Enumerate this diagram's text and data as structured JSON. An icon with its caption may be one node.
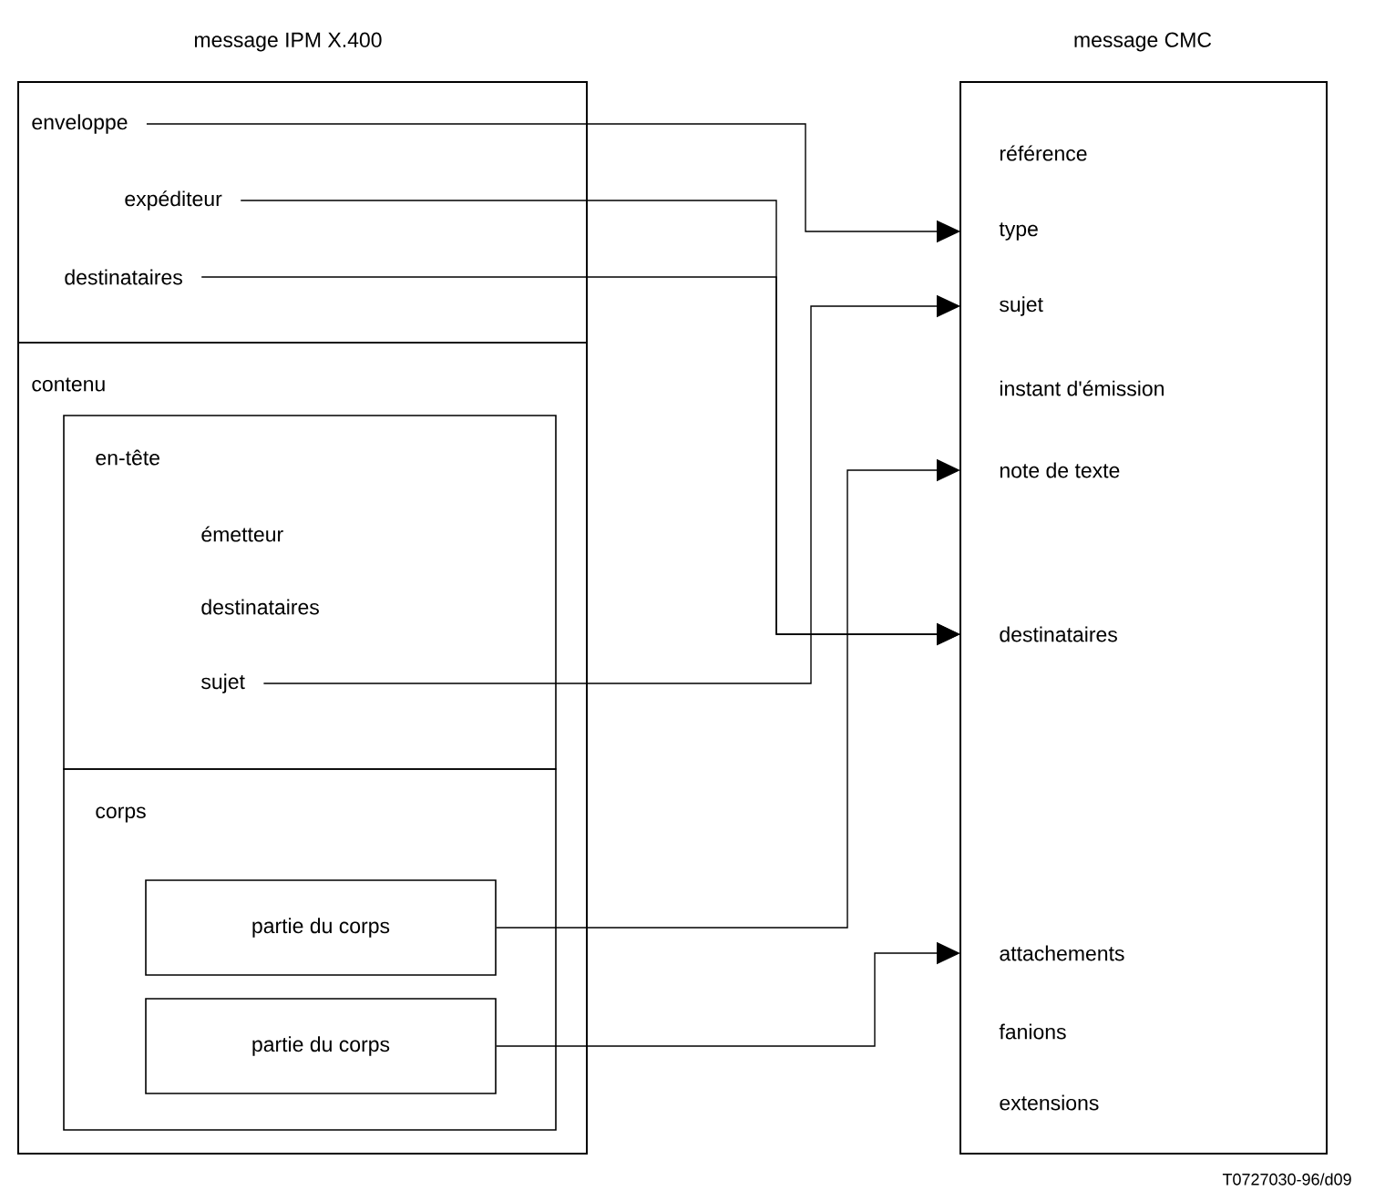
{
  "diagram": {
    "nodes": [
      {
        "text": [
          "message IPM X.400"
        ]
      },
      {
        "text": [
          "enveloppe"
        ],
        "in": 0
      },
      {
        "text": [
          "expéditeur"
        ],
        "in": 1
      },
      {
        "text": [
          "destinataires"
        ],
        "in": 1
      },
      {
        "text": [
          "contenu"
        ],
        "in": 0
      },
      {
        "text": [
          "en-tête"
        ],
        "in": 4
      },
      {
        "text": [
          "émetteur"
        ],
        "in": 5
      },
      {
        "text": [
          "destinataires"
        ],
        "in": 5
      },
      {
        "text": [
          "sujet"
        ],
        "in": 5
      },
      {
        "text": [
          "corps"
        ],
        "in": 4
      },
      {
        "text": [
          "partie du corps"
        ],
        "in": 9
      },
      {
        "text": [
          "partie du corps"
        ],
        "in": 9
      },
      {
        "text": [
          "message CMC"
        ]
      },
      {
        "text": [
          "référence"
        ],
        "in": 12
      },
      {
        "text": [
          "type"
        ],
        "in": 12
      },
      {
        "text": [
          "sujet"
        ],
        "in": 12
      },
      {
        "text": [
          "instant d'émission"
        ],
        "in": 12
      },
      {
        "text": [
          "note de texte"
        ],
        "in": 12
      },
      {
        "text": [
          "destinataires"
        ],
        "in": 12
      },
      {
        "text": [
          "attachements"
        ],
        "in": 12
      },
      {
        "text": [
          "fanions"
        ],
        "in": 12
      },
      {
        "text": [
          "extensions"
        ],
        "in": 12
      }
    ],
    "edges": [
      {
        "from": 1,
        "to": 14,
        "arrow": "to"
      },
      {
        "from": 2,
        "to": 18,
        "arrow": "to"
      },
      {
        "from": 3,
        "to": 18,
        "arrow": "to"
      },
      {
        "from": 8,
        "to": 15,
        "arrow": "to"
      },
      {
        "from": 10,
        "to": 17,
        "arrow": "to"
      },
      {
        "from": 11,
        "to": 19,
        "arrow": "to"
      }
    ],
    "labels": [
      "T0727030-96/d09"
    ]
  }
}
